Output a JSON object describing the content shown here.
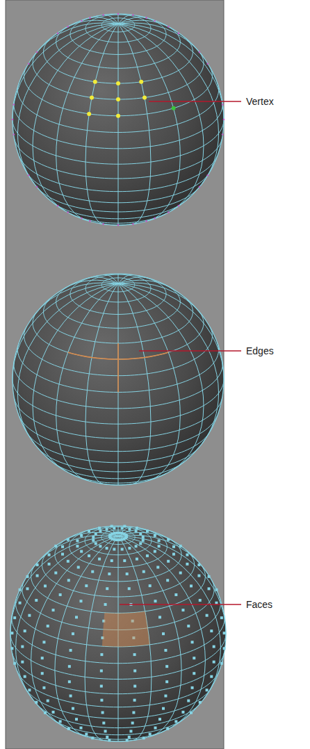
{
  "diagram": {
    "labels": [
      "Vertex",
      "Edges",
      "Faces"
    ]
  }
}
